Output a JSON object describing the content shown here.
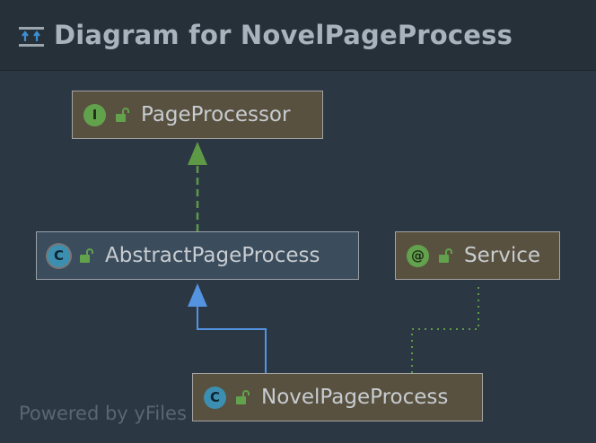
{
  "header": {
    "title": "Diagram for NovelPageProcess",
    "icon": "class-hierarchy-icon"
  },
  "nodes": {
    "page_processor": {
      "label": "PageProcessor",
      "kind": "interface",
      "badge": "I"
    },
    "abstract_page_process": {
      "label": "AbstractPageProcess",
      "kind": "abstract-class",
      "badge": "C"
    },
    "service": {
      "label": "Service",
      "kind": "annotation",
      "badge": "@"
    },
    "novel_page_process": {
      "label": "NovelPageProcess",
      "kind": "class",
      "badge": "C"
    }
  },
  "edges": [
    {
      "from": "abstract_page_process",
      "to": "page_processor",
      "type": "implements",
      "style": "dashed",
      "color": "#5e9a45"
    },
    {
      "from": "novel_page_process",
      "to": "abstract_page_process",
      "type": "extends",
      "style": "solid",
      "color": "#5393e0"
    },
    {
      "from": "novel_page_process",
      "to": "service",
      "type": "annotated-with",
      "style": "dotted",
      "color": "#5e9a45"
    }
  ],
  "footer": {
    "watermark": "Powered by yFiles"
  },
  "colors": {
    "background": "#2c3744",
    "header_background": "#263039",
    "node_fill": "#59513f",
    "abstract_node_fill": "#3b4c5c",
    "node_border": "#a3a3a3",
    "implements_edge": "#5e9a45",
    "extends_edge": "#5393e0"
  }
}
